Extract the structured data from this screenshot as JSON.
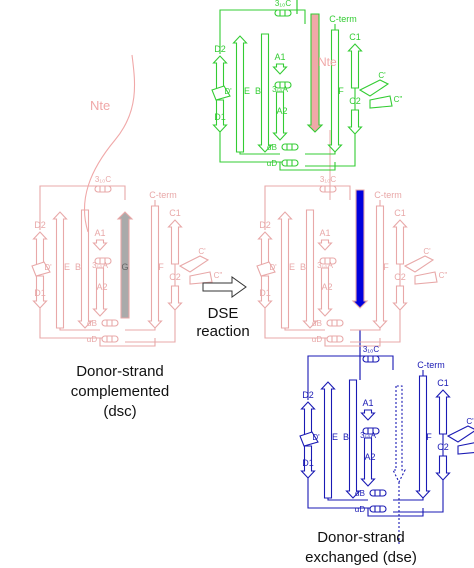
{
  "labels": {
    "nte": "Nte",
    "c_term": "C-term",
    "helix_c": "3₁₀C",
    "helix_a": "3₁₀A",
    "a1": "A1",
    "a2": "A2",
    "b": "B",
    "c1": "C1",
    "c2": "C2",
    "c_prime": "C'",
    "c_dprime": "C''",
    "d1": "D1",
    "d2": "D2",
    "d_prime": "D'",
    "e": "E",
    "f": "F",
    "g": "G",
    "helix_b": "αB",
    "helix_d": "αD"
  },
  "arrow": {
    "line1": "DSE",
    "line2": "reaction"
  },
  "captions": {
    "dsc_line1": "Donor-strand",
    "dsc_line2": "complemented",
    "dsc_line3": "(dsc)",
    "dse_line1": "Donor-strand",
    "dse_line2": "exchanged (dse)"
  },
  "colors": {
    "dsc": "#e8a8a8",
    "top": "#33cc33",
    "bottom": "#1a1ab4",
    "nte_pink": "#f0a8a8",
    "g_strand": "#aaaaaa",
    "donor_blue": "#0000dd",
    "arrow": "#333333"
  }
}
